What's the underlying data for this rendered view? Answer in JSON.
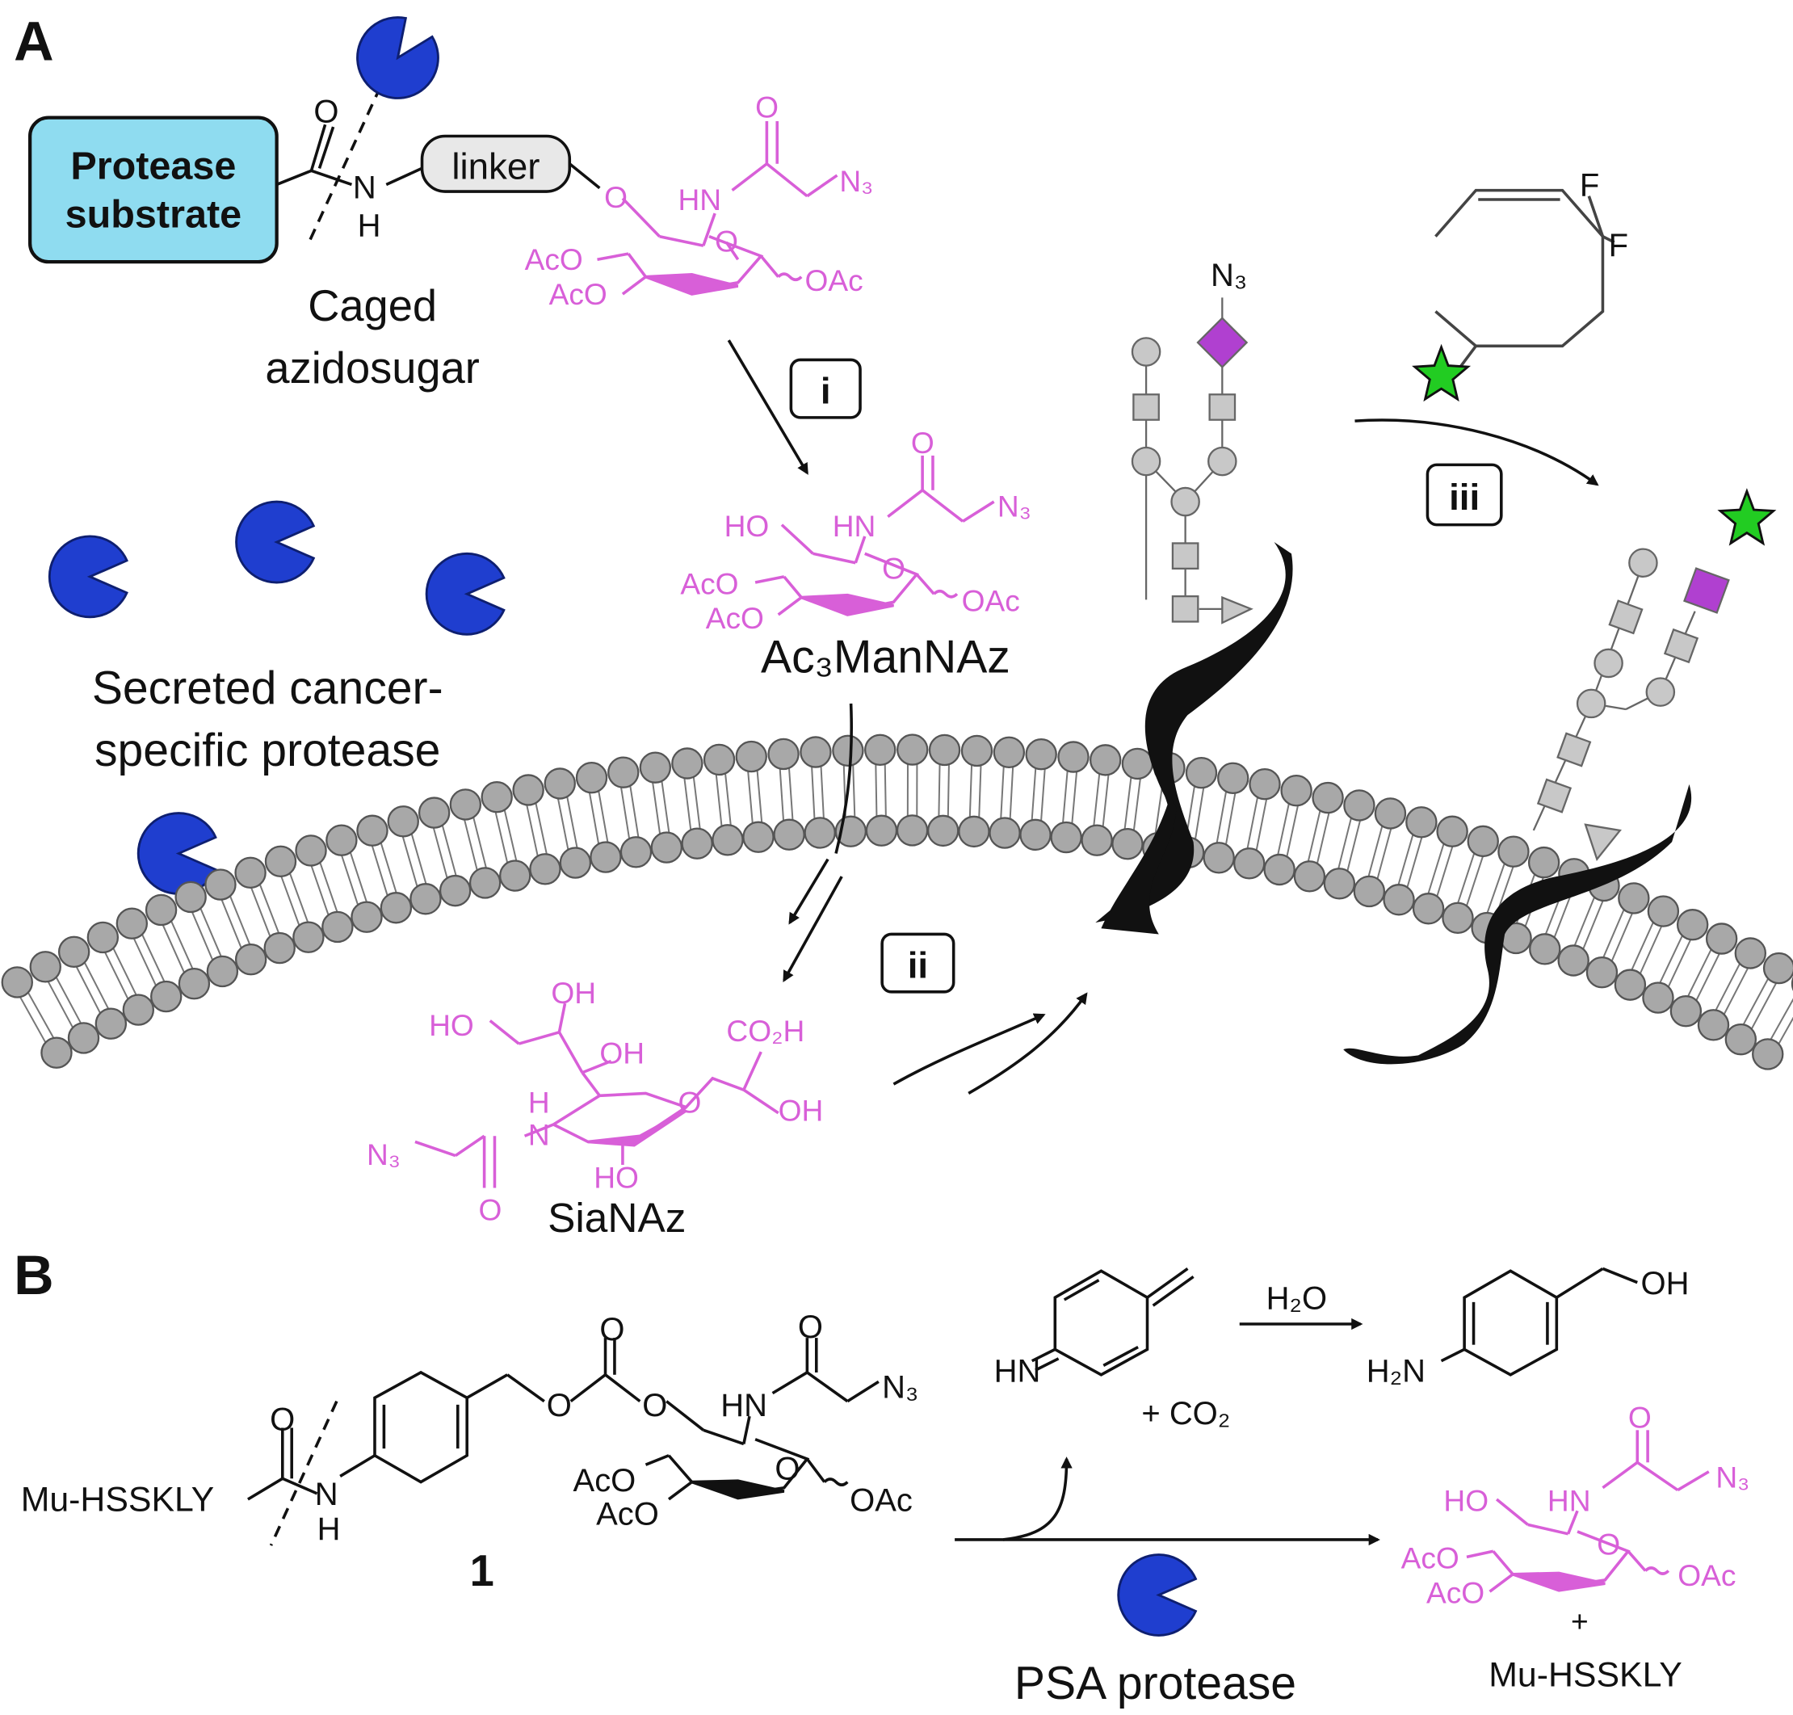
{
  "panel_a": {
    "letter": "A",
    "substrate_line1": "Protease",
    "substrate_line2": "substrate",
    "linker": "linker",
    "amide_o": "O",
    "amide_n": "N",
    "amide_h": "H",
    "caged_line1": "Caged",
    "caged_line2": "azidosugar",
    "secreted_line1": "Secreted cancer-",
    "secreted_line2": "specific protease",
    "step_i": "i",
    "step_ii": "ii",
    "step_iii": "iii",
    "ac3_label": "Ac₃ManNAz",
    "sianaz_label": "SiaNAz",
    "glycan_n3": "N₃",
    "dbco_f1": "F",
    "dbco_f2": "F"
  },
  "sugar_labels": {
    "o_carbonyl": "O",
    "hn": "HN",
    "n3": "N₃",
    "ring_o": "O",
    "aco1": "AcO",
    "aco2": "AcO",
    "oac": "OAc",
    "ho": "HO",
    "o_link": "O"
  },
  "sia_labels": {
    "ho": "HO",
    "oh_top": "OH",
    "oh_mid": "OH",
    "co2h": "CO₂H",
    "oh_right": "OH",
    "h": "H",
    "n": "N",
    "n3": "N₃",
    "ho_bottom": "HO",
    "o_bottom": "O",
    "o_ring": "O"
  },
  "panel_b": {
    "letter": "B",
    "peptide": "Mu-HSSKLY",
    "amide_o": "O",
    "amide_n": "N",
    "amide_h": "H",
    "carbonate_o_top": "O",
    "carbonate_o1": "O",
    "carbonate_o2": "O",
    "compound_number": "1",
    "imine_hn": "HN",
    "plus_co2": "+ CO₂",
    "water": "H₂O",
    "aminobenzyl_h2n": "H₂N",
    "aminobenzyl_oh": "OH",
    "plus": "+",
    "peptide_product": "Mu-HSSKLY",
    "psa": "PSA protease"
  },
  "colors": {
    "substrate_fill": "#8fdcf0",
    "protease": "#1f3ecf",
    "sugar_pink": "#d85fd8",
    "lipid_head": "#a8a8a8",
    "glycan_grey": "#c8c8c8",
    "sialic_purple": "#b040d0",
    "star_green": "#22cc22"
  },
  "icons": [
    "protease-pacman-icon",
    "green-star-fluorophore-icon",
    "sialic-acid-diamond-icon"
  ]
}
